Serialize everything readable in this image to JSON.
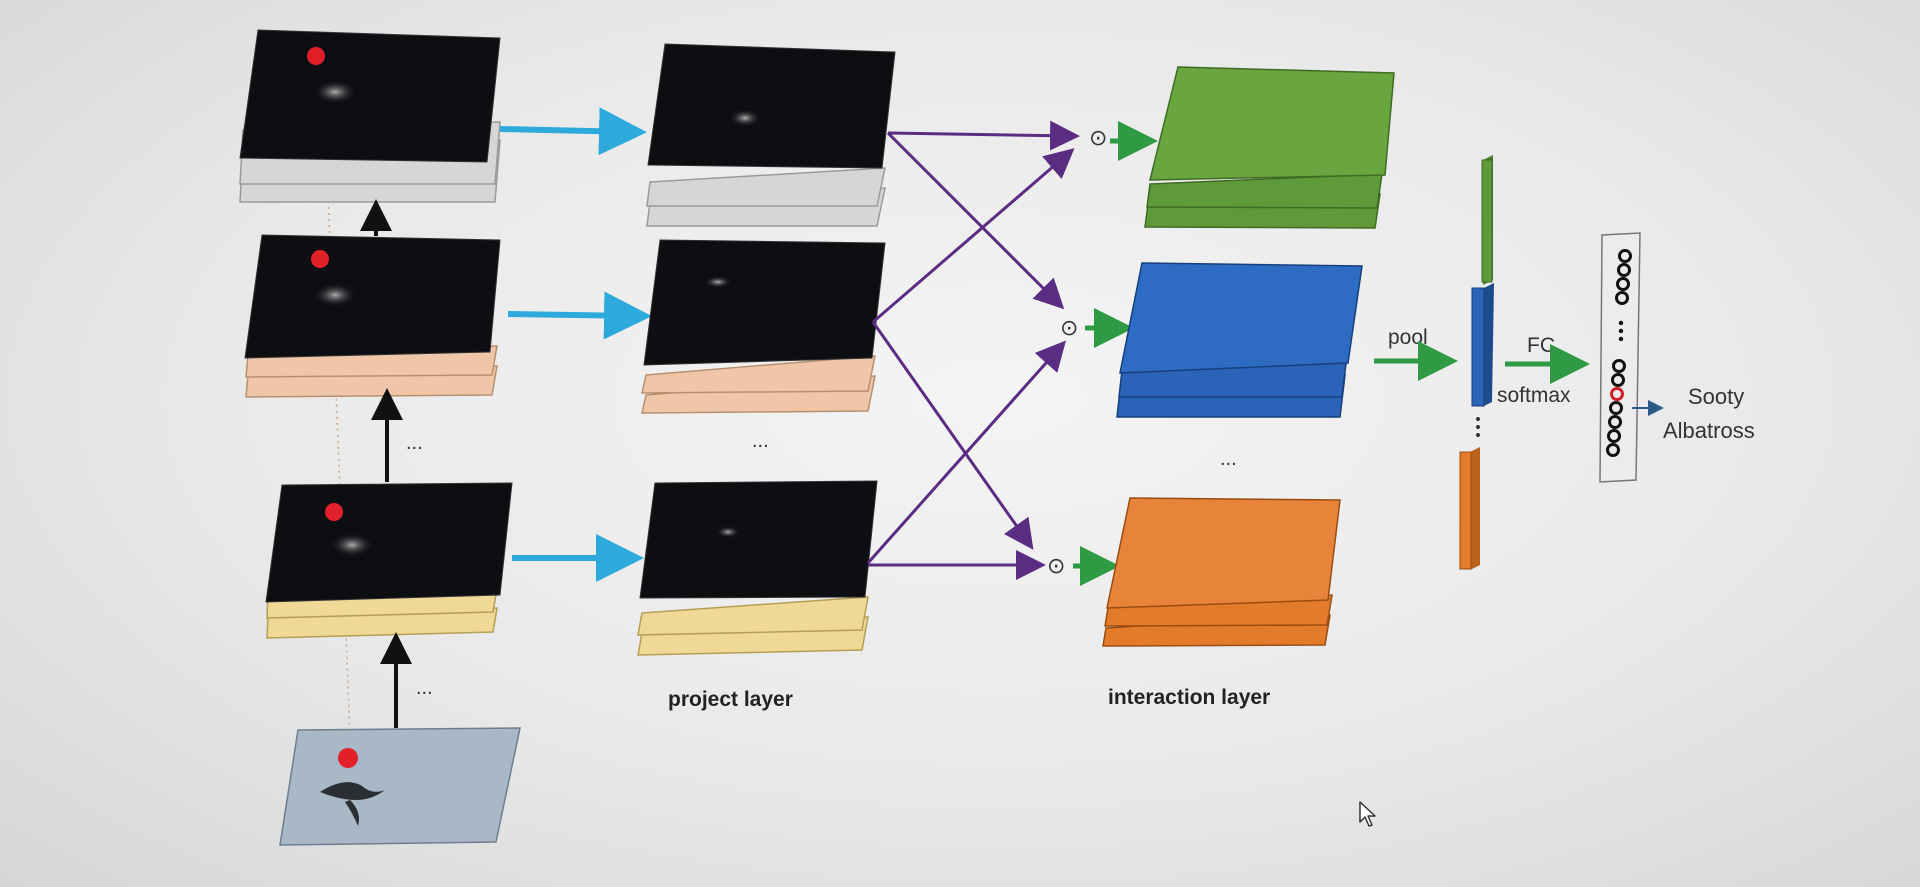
{
  "labels": {
    "project_layer": "project layer",
    "interaction_layer": "interaction layer",
    "pool": "pool",
    "fc": "FC",
    "softmax": "softmax",
    "output_line1": "Sooty",
    "output_line2": "Albatross",
    "ellipsis": "...",
    "hadamard": "⊙"
  },
  "colors": {
    "blue_arrow": "#2ea9dc",
    "green_arrow": "#2e9a44",
    "purple_arrow": "#5b2d82",
    "black_arrow": "#111111",
    "feature_map": "#0d0e12",
    "layer_gray": "#d6d6d6",
    "layer_peach": "#efc7a8",
    "layer_yellow": "#f0d896",
    "interaction_green": "#5f9a3a",
    "interaction_blue": "#2a63b8",
    "interaction_orange": "#e37b2a",
    "attention_dot": "#e2202a"
  }
}
